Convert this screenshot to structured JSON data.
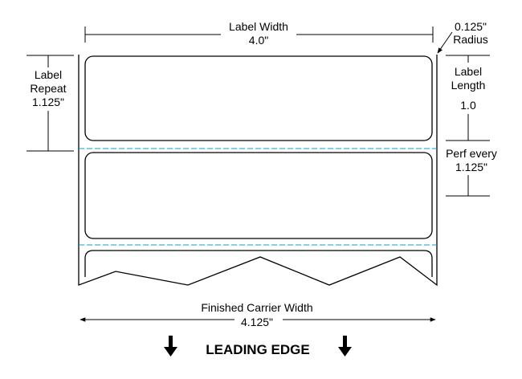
{
  "label_width": {
    "line1": "Label Width",
    "line2": "4.0\""
  },
  "corner_radius": {
    "line1": "0.125\"",
    "line2": "Radius"
  },
  "label_repeat": {
    "line1": "Label",
    "line2": "Repeat",
    "line3": "1.125\""
  },
  "label_length": {
    "line1": "Label",
    "line2": "Length",
    "line3": "1.0"
  },
  "perf": {
    "line1": "Perf every",
    "line2": "1.125\""
  },
  "carrier_width": {
    "line1": "Finished Carrier Width",
    "line2": "4.125\""
  },
  "leading_edge": {
    "text": "LEADING EDGE"
  },
  "colors": {
    "outline": "#000000",
    "perforation": "#1a9bc9"
  },
  "icons": {
    "feed_direction": "down-arrow-icon"
  }
}
